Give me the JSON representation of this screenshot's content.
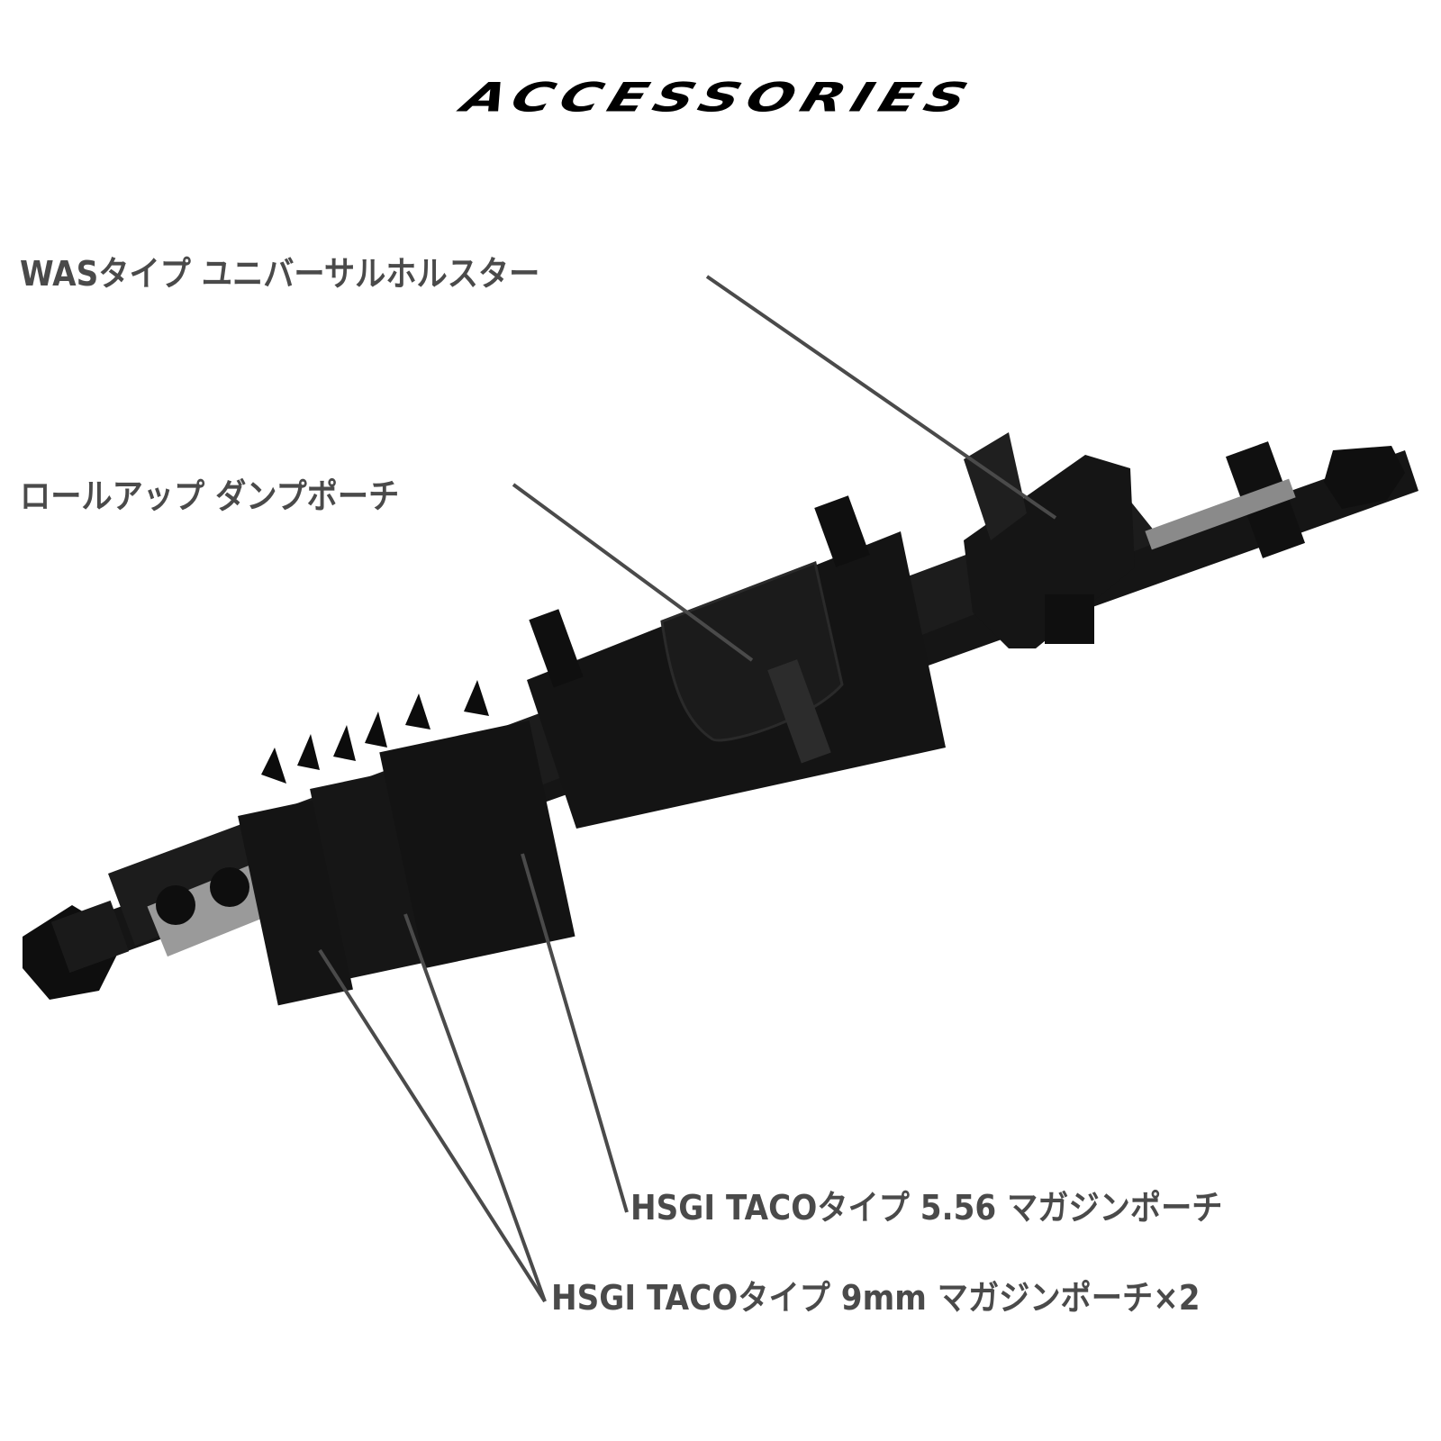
{
  "header": {
    "title": "ACCESSORIES"
  },
  "callouts": [
    {
      "id": "holster",
      "label": "WASタイプ ユニバーサルホルスター"
    },
    {
      "id": "dump-pouch",
      "label": "ロールアップ ダンプポーチ"
    },
    {
      "id": "mag-556",
      "label": "HSGI TACOタイプ 5.56 マガジンポーチ"
    },
    {
      "id": "mag-9mm",
      "label": "HSGI TACOタイプ 9mm マガジンポーチ×2"
    }
  ],
  "colors": {
    "label_text": "#4a4a4a",
    "leader_line": "#4a4a4a",
    "gear_black": "#111111",
    "background": "#ffffff"
  },
  "image": {
    "subject": "black tactical belt with holster, roll-up dump pouch, and magazine pouches"
  }
}
